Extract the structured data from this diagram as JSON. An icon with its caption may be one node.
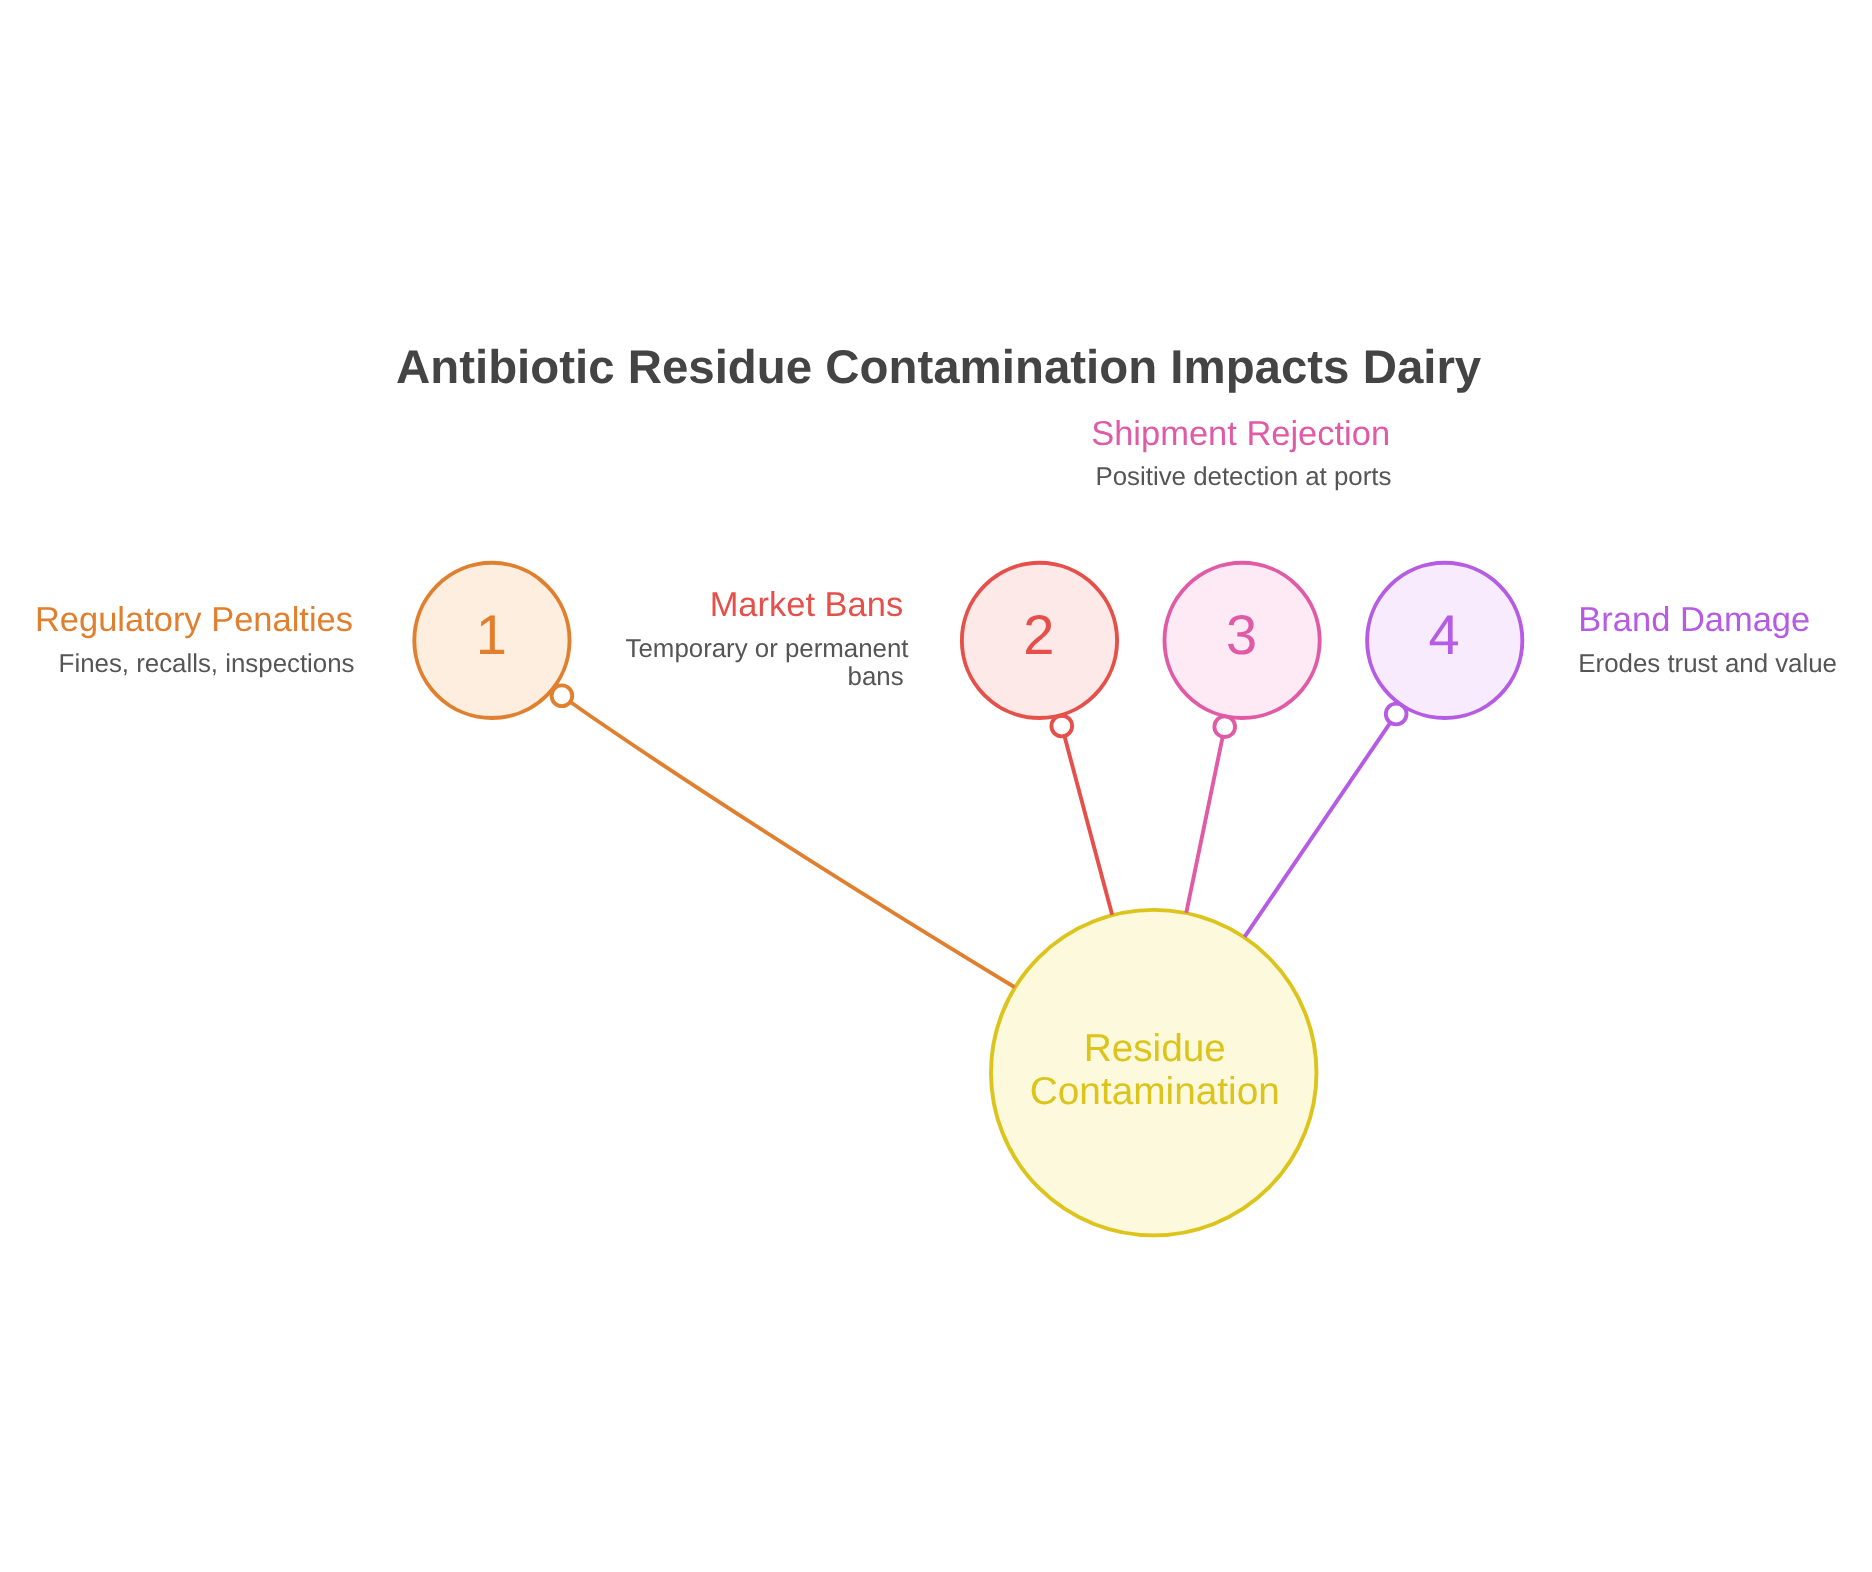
{
  "diagram": {
    "title": "Antibiotic Residue Contamination Impacts Dairy",
    "nodes": [
      {
        "text": [
          "1"
        ],
        "beside": [
          "Regulatory Penalties",
          "Fines, recalls, inspections"
        ]
      },
      {
        "text": [
          "2"
        ],
        "beside": [
          "Market Bans",
          "Temporary or permanent bans"
        ]
      },
      {
        "text": [
          "3"
        ],
        "beside": [
          "Shipment Rejection",
          "Positive detection at ports"
        ]
      },
      {
        "text": [
          "4"
        ],
        "beside": [
          "Brand Damage",
          "Erodes trust and value"
        ]
      },
      {
        "text": [
          "Residue Contamination"
        ]
      }
    ],
    "edges": [
      {
        "from": 4,
        "to": 0,
        "arrow": "other",
        "color": "#e07f2e"
      },
      {
        "from": 4,
        "to": 1,
        "arrow": "other",
        "color": "#e5504a"
      },
      {
        "from": 4,
        "to": 2,
        "arrow": "other",
        "color": "#e05aa5"
      },
      {
        "from": 4,
        "to": 3,
        "arrow": "other",
        "color": "#b65be3"
      }
    ]
  }
}
